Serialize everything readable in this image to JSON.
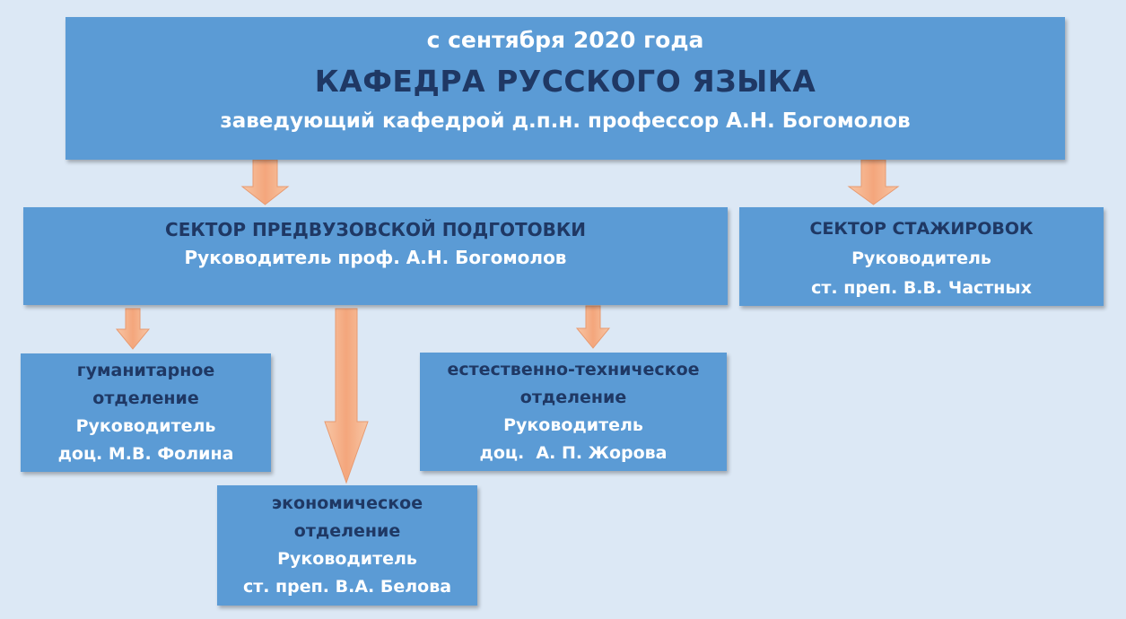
{
  "top": {
    "line1": "с сентября 2020 года",
    "line2": "КАФЕДРА РУССКОГО ЯЗЫКА",
    "line3": "заведующий кафедрой д.п.н. профессор А.Н. Богомолов"
  },
  "sector_pre": {
    "title": "СЕКТОР ПРЕДВУЗОВСКОЙ ПОДГОТОВКИ",
    "head": "Руководитель проф. А.Н. Богомолов"
  },
  "sector_intern": {
    "title": "СЕКТОР СТАЖИРОВОК",
    "role": "Руководитель",
    "head": "ст. преп. В.В. Частных"
  },
  "dept_hum": {
    "name1": "гуманитарное",
    "name2": "отделение",
    "role": "Руководитель",
    "head": "доц. М.В. Фолина"
  },
  "dept_nat": {
    "name1": "естественно-техническое",
    "name2": "отделение",
    "role": "Руководитель",
    "head": "доц.  А. П. Жорова"
  },
  "dept_eco": {
    "name1": "экономическое",
    "name2": "отделение",
    "role": "Руководитель",
    "head": "ст. преп. В.А. Белова"
  },
  "colors": {
    "box_fill": "#5b9bd5",
    "background": "#dce8f5",
    "text_dark": "#1f3864",
    "text_white": "#ffffff",
    "arrow_fill": "#f4b183",
    "arrow_stroke": "#e9967a"
  }
}
